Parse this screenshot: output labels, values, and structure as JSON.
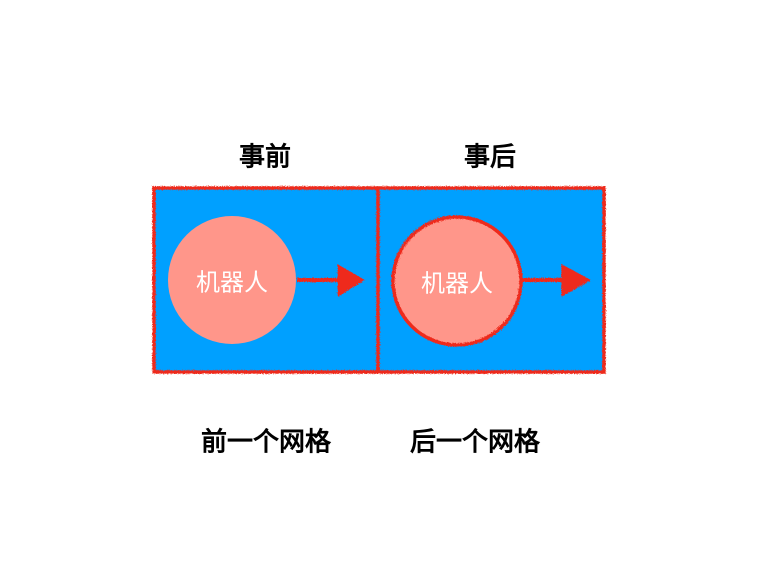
{
  "titles": {
    "before": "事前",
    "after": "事后"
  },
  "captions": {
    "previous_grid": "前一个网格",
    "next_grid": "后一个网格"
  },
  "robot_label": "机器人",
  "colors": {
    "cell": "#00a0ff",
    "border": "#ee2a1c",
    "robot": "#ff968a",
    "text": "#000000"
  }
}
